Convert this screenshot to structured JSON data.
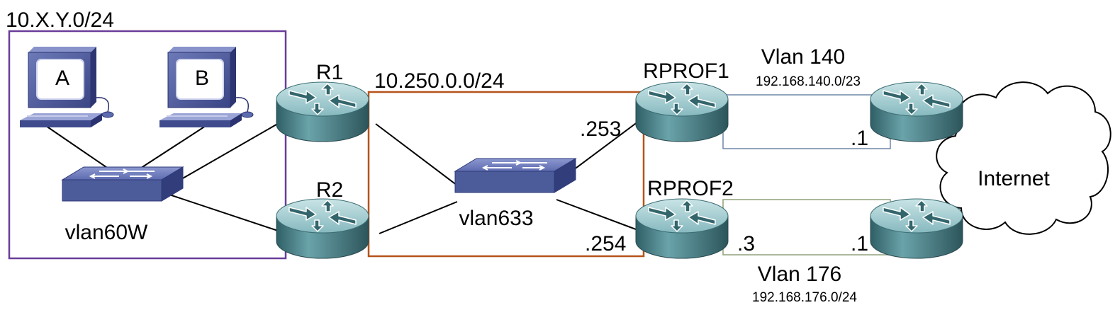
{
  "subnets": {
    "lan": "10.X.Y.0/24",
    "transit": "10.250.0.0/24"
  },
  "pcs": {
    "a": "A",
    "b": "B"
  },
  "routers": {
    "r1": "R1",
    "r2": "R2",
    "rprof1": "RPROF1",
    "rprof2": "RPROF2"
  },
  "switches": {
    "lan_switch": "vlan60W",
    "transit_switch": "vlan633"
  },
  "host_ids": {
    "rprof1_transit": ".253",
    "rprof2_transit": ".254",
    "upstream1": ".1",
    "rprof2_vlan176": ".3",
    "upstream2": ".1"
  },
  "vlans": {
    "v140_name": "Vlan 140",
    "v140_net": "192.168.140.0/23",
    "v176_name": "Vlan 176",
    "v176_net": "192.168.176.0/24"
  },
  "cloud": "Internet",
  "colors": {
    "lan_box": "#6a3d9a",
    "transit_box": "#b5541b",
    "vlan140_link": "#6f86a8",
    "vlan176_link": "#8fa07a",
    "router_body": "#4f8a92",
    "switch_body": "#4c5c9a"
  }
}
